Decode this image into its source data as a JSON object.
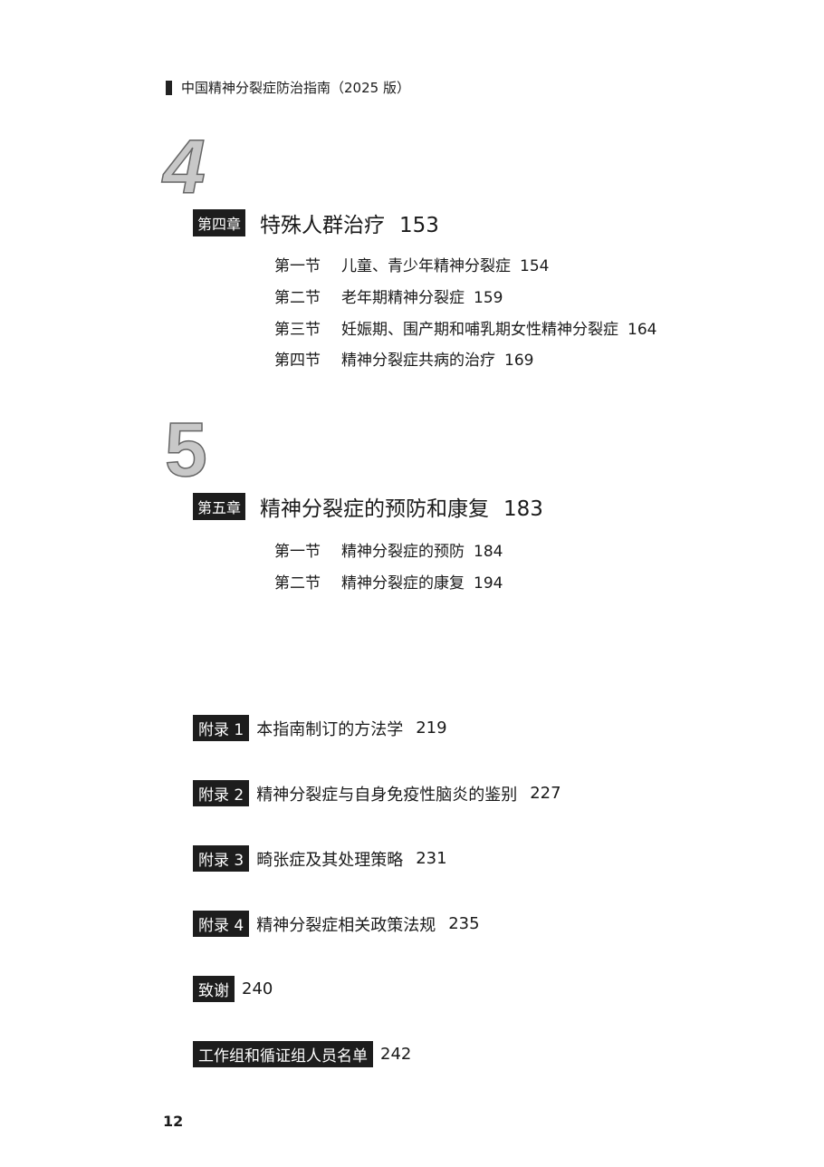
{
  "header": {
    "title": "中国精神分裂症防治指南（2025 版）"
  },
  "chapters": [
    {
      "digit": "4",
      "label": "第四章",
      "title": "特殊人群治疗",
      "page": "153",
      "sections": [
        {
          "num": "第一节",
          "title": "儿童、青少年精神分裂症",
          "page": "154"
        },
        {
          "num": "第二节",
          "title": "老年期精神分裂症",
          "page": "159"
        },
        {
          "num": "第三节",
          "title": "妊娠期、围产期和哺乳期女性精神分裂症",
          "page": "164"
        },
        {
          "num": "第四节",
          "title": "精神分裂症共病的治疗",
          "page": "169"
        }
      ]
    },
    {
      "digit": "5",
      "label": "第五章",
      "title": "精神分裂症的预防和康复",
      "page": "183",
      "sections": [
        {
          "num": "第一节",
          "title": "精神分裂症的预防",
          "page": "184"
        },
        {
          "num": "第二节",
          "title": "精神分裂症的康复",
          "page": "194"
        }
      ]
    }
  ],
  "appendices": [
    {
      "label": "附录 1",
      "title": "本指南制订的方法学",
      "page": "219"
    },
    {
      "label": "附录 2",
      "title": "精神分裂症与自身免疫性脑炎的鉴别",
      "page": "227"
    },
    {
      "label": "附录 3",
      "title": "畸张症及其处理策略",
      "page": "231"
    },
    {
      "label": "附录 4",
      "title": "精神分裂症相关政策法规",
      "page": "235"
    },
    {
      "label": "致谢",
      "title": "",
      "page": "240"
    },
    {
      "label": "工作组和循证组人员名单",
      "title": "",
      "page": "242"
    }
  ],
  "page_number": "12"
}
